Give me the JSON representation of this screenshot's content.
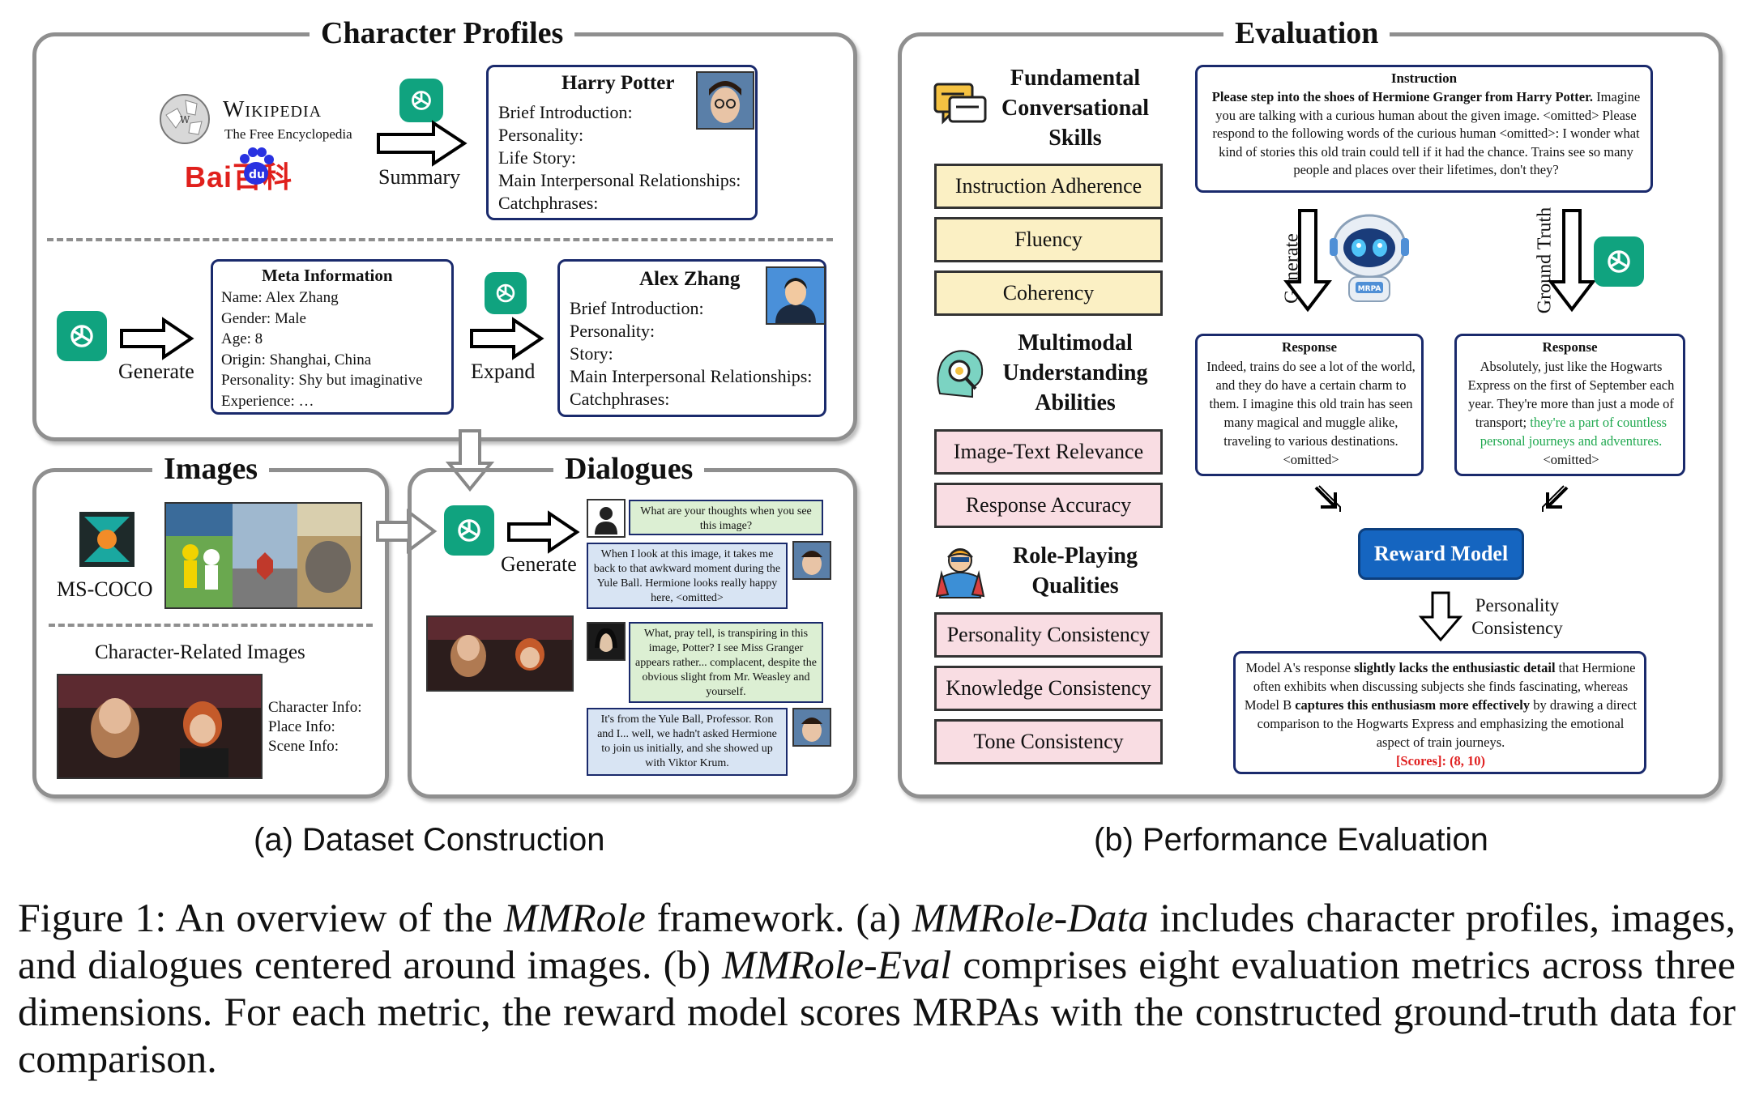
{
  "panels": {
    "profiles_title": "Character Profiles",
    "images_title": "Images",
    "dialogues_title": "Dialogues",
    "evaluation_title": "Evaluation"
  },
  "sources": {
    "wikipedia_name": "Wikipedia",
    "wikipedia_tagline": "The Free Encyclopedia",
    "baidu_logo_text": "Bai百科",
    "summary_label": "Summary",
    "generate_label": "Generate",
    "expand_label": "Expand",
    "mscoco_label": "MS-COCO",
    "char_images_label": "Character-Related Images"
  },
  "harry_profile": {
    "name": "Harry Potter",
    "fields": [
      "Brief Introduction:",
      "Personality:",
      "Life Story:",
      "Main Interpersonal Relationships:",
      "Catchphrases:"
    ]
  },
  "meta_info": {
    "title": "Meta Information",
    "lines": [
      "Name: Alex Zhang",
      "Gender: Male",
      "Age: 8",
      "Origin: Shanghai, China",
      "Personality: Shy but imaginative",
      "Experience: …"
    ]
  },
  "alex_profile": {
    "name": "Alex Zhang",
    "fields": [
      "Brief Introduction:",
      "Personality:",
      "Story:",
      "Main Interpersonal Relationships:",
      "Catchphrases:"
    ]
  },
  "char_info": [
    "Character Info:",
    "Place Info:",
    "Scene Info:"
  ],
  "dialogues": {
    "generate_label": "Generate",
    "messages": [
      "What are your thoughts when you see this image?",
      "When I look at this image, it takes me back to that awkward moment during the Yule Ball. Hermione looks really happy here, <omitted>",
      "What, pray tell, is transpiring in this image, Potter? I see Miss Granger appears rather... complacent, despite the obvious slight from Mr. Weasley and yourself.",
      "It's from the Yule Ball, Professor. Ron and I... well, we hadn't asked Hermione to join us initially, and she showed up with Viktor Krum."
    ]
  },
  "evaluation": {
    "dim1": "Fundamental Conversational Skills",
    "dim2": "Multimodal Understanding Abilities",
    "dim3": "Role-Playing Qualities",
    "metrics_conv": [
      "Instruction Adherence",
      "Fluency",
      "Coherency"
    ],
    "metrics_mm": [
      "Image-Text Relevance",
      "Response Accuracy"
    ],
    "metrics_rp": [
      "Personality Consistency",
      "Knowledge Consistency",
      "Tone Consistency"
    ],
    "instruction_title": "Instruction",
    "instruction_bold": "Please step into the shoes of Hermione Granger from Harry Potter.",
    "instruction_rest": " Imagine you are talking with a curious human about the given image. <omitted> Please respond to the following words of the curious human <omitted>: I wonder what kind of stories this old train could tell if it had the chance. Trains see so many people and places over their lifetimes, don't they?",
    "generate_label": "Generate",
    "ground_truth_label": "Ground Truth",
    "mrpa_label": "MRPA",
    "response_title": "Response",
    "response_a": "Indeed, trains do see a lot of the world, and they do have a certain charm to them. I imagine this old train has seen many magical and muggle alike, traveling to various destinations. <omitted>",
    "response_b_plain": "Absolutely, just like the Hogwarts Express on the first of September each year. They're more than just a mode of transport; ",
    "response_b_green": "they're a part of countless personal journeys and adventures.",
    "response_b_tail": " <omitted>",
    "reward_model": "Reward Model",
    "personality_consistency": "Personality Consistency",
    "judge": {
      "t1": "Model A's response ",
      "b1": "slightly lacks the enthusiastic detail",
      "t2": " that Hermione often exhibits when discussing subjects she finds fascinating, whereas Model B ",
      "b2": "captures this enthusiasm more effectively",
      "t3": " by drawing a direct comparison to the Hogwarts Express and emphasizing the emotional aspect of train journeys.",
      "scores": "[Scores]: (8, 10)"
    }
  },
  "subcaptions": {
    "a": "(a)  Dataset Construction",
    "b": "(b)  Performance Evaluation"
  },
  "caption": {
    "p1": "Figure 1:  An overview of the ",
    "i1": "MMRole",
    "p2": " framework.  (a) ",
    "i2": "MMRole-Data",
    "p3": " includes character profiles, images, and dialogues centered around images.  (b) ",
    "i3": "MMRole-Eval",
    "p4": " comprises eight evaluation metrics across three dimensions. For each metric, the reward model scores MRPAs with the constructed ground-truth data for comparison."
  },
  "colors": {
    "gpt_green": "#10a37f",
    "metric_yellow": "#fbf0c4",
    "metric_pink": "#f9dde3",
    "reward_blue": "#1565c0",
    "score_red": "#e02020",
    "highlight_green": "#1fa84f",
    "bubble_green": "#dcefd3",
    "bubble_blue": "#d8e4f3"
  },
  "icons": [
    "chatgpt-icon",
    "wikipedia-globe-icon",
    "baidu-paw-icon",
    "chat-bubbles-icon",
    "brain-search-icon",
    "superhero-icon",
    "robot-icon",
    "person-silhouette-icon"
  ]
}
